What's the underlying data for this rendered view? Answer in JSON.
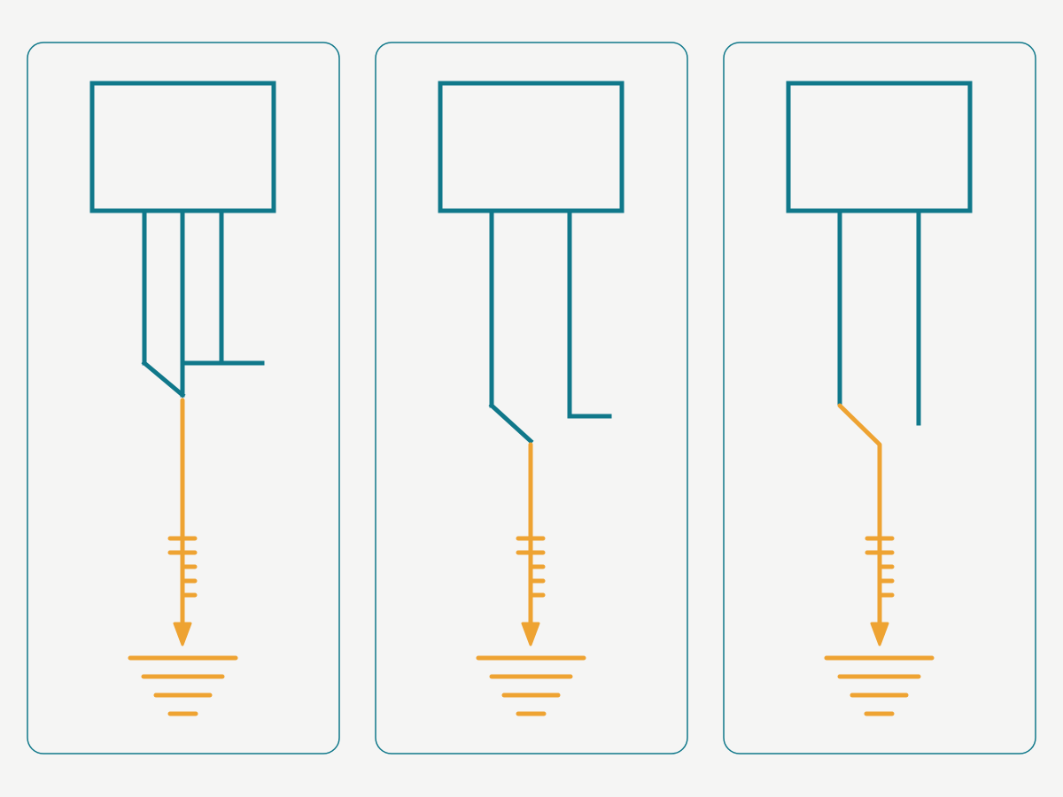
{
  "colors": {
    "background": "#f5f5f4",
    "panel_border": "#10788a",
    "circuit": "#10788a",
    "ground": "#eea332"
  },
  "panels": [
    {
      "variant": "three-terminal",
      "terminals": 3,
      "switch": "closed-to-ground",
      "ground_symbol": "ground-icon",
      "arrow": "down-arrow-icon"
    },
    {
      "variant": "two-terminal-offset",
      "terminals": 2,
      "switch": "diagonal-to-ground",
      "ground_symbol": "ground-icon",
      "arrow": "down-arrow-icon"
    },
    {
      "variant": "two-terminal-open",
      "terminals": 2,
      "switch": "diagonal-to-ground",
      "ground_symbol": "ground-icon",
      "arrow": "down-arrow-icon"
    }
  ]
}
